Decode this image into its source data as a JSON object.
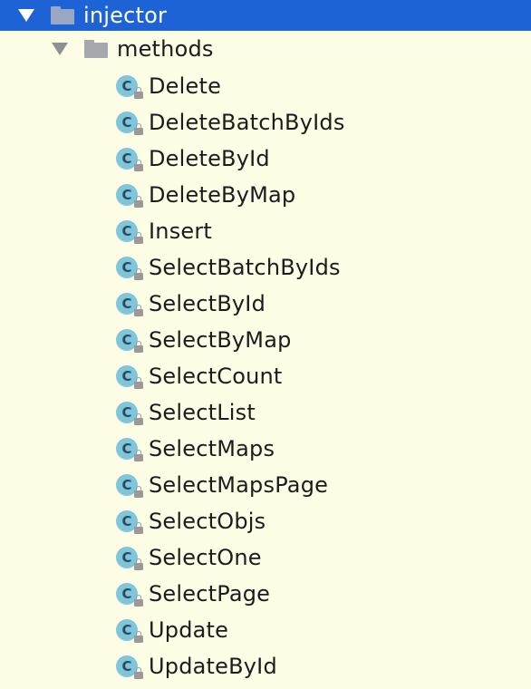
{
  "tree": {
    "root": {
      "label": "injector"
    },
    "folder": {
      "label": "methods"
    },
    "items": [
      {
        "label": "Delete",
        "icon": "class-locked-icon"
      },
      {
        "label": "DeleteBatchByIds",
        "icon": "class-locked-icon"
      },
      {
        "label": "DeleteById",
        "icon": "class-locked-icon"
      },
      {
        "label": "DeleteByMap",
        "icon": "class-locked-icon"
      },
      {
        "label": "Insert",
        "icon": "class-locked-icon"
      },
      {
        "label": "SelectBatchByIds",
        "icon": "class-locked-icon"
      },
      {
        "label": "SelectById",
        "icon": "class-locked-icon"
      },
      {
        "label": "SelectByMap",
        "icon": "class-locked-icon"
      },
      {
        "label": "SelectCount",
        "icon": "class-locked-icon"
      },
      {
        "label": "SelectList",
        "icon": "class-locked-icon"
      },
      {
        "label": "SelectMaps",
        "icon": "class-locked-icon"
      },
      {
        "label": "SelectMapsPage",
        "icon": "class-locked-icon"
      },
      {
        "label": "SelectObjs",
        "icon": "class-locked-icon"
      },
      {
        "label": "SelectOne",
        "icon": "class-locked-icon"
      },
      {
        "label": "SelectPage",
        "icon": "class-locked-icon"
      },
      {
        "label": "Update",
        "icon": "class-locked-icon"
      },
      {
        "label": "UpdateById",
        "icon": "class-locked-icon"
      }
    ],
    "class_icon_letter": "C"
  },
  "colors": {
    "background": "#fefde6",
    "selection": "#1e63d6",
    "class_icon": "#7fc6dc"
  }
}
